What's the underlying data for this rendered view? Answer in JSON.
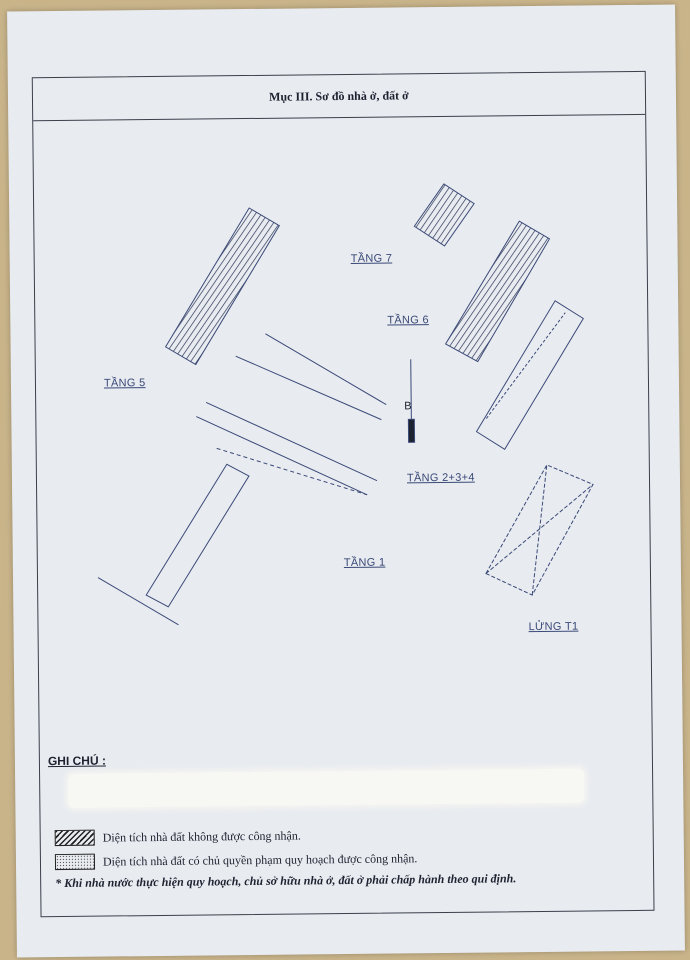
{
  "section_title": "Mục III. Sơ đồ nhà ở, đất ở",
  "floors": {
    "tang7": "TẦNG 7",
    "tang6": "TẦNG 6",
    "tang5": "TẦNG 5",
    "tang234": "TẦNG 2+3+4",
    "tang1": "TẦNG 1",
    "lung": "LỬNG T1"
  },
  "north_label": "B",
  "notes": {
    "title": "GHI CHÚ :",
    "legend": [
      {
        "text": "Diện tích nhà đất không được công nhận.",
        "swatch": "hatch"
      },
      {
        "text": "Diện tích nhà đất có chủ quyền phạm quy hoạch được công nhận.",
        "swatch": "dots"
      }
    ],
    "footnote": "* Khi nhà nước thực hiện quy hoạch, chủ sở hữu nhà ở, đất ở phải chấp hành theo qui định."
  },
  "colors": {
    "ink": "#1d2230",
    "plan_line": "#3b4a78",
    "paper": "#e8ebf0"
  }
}
